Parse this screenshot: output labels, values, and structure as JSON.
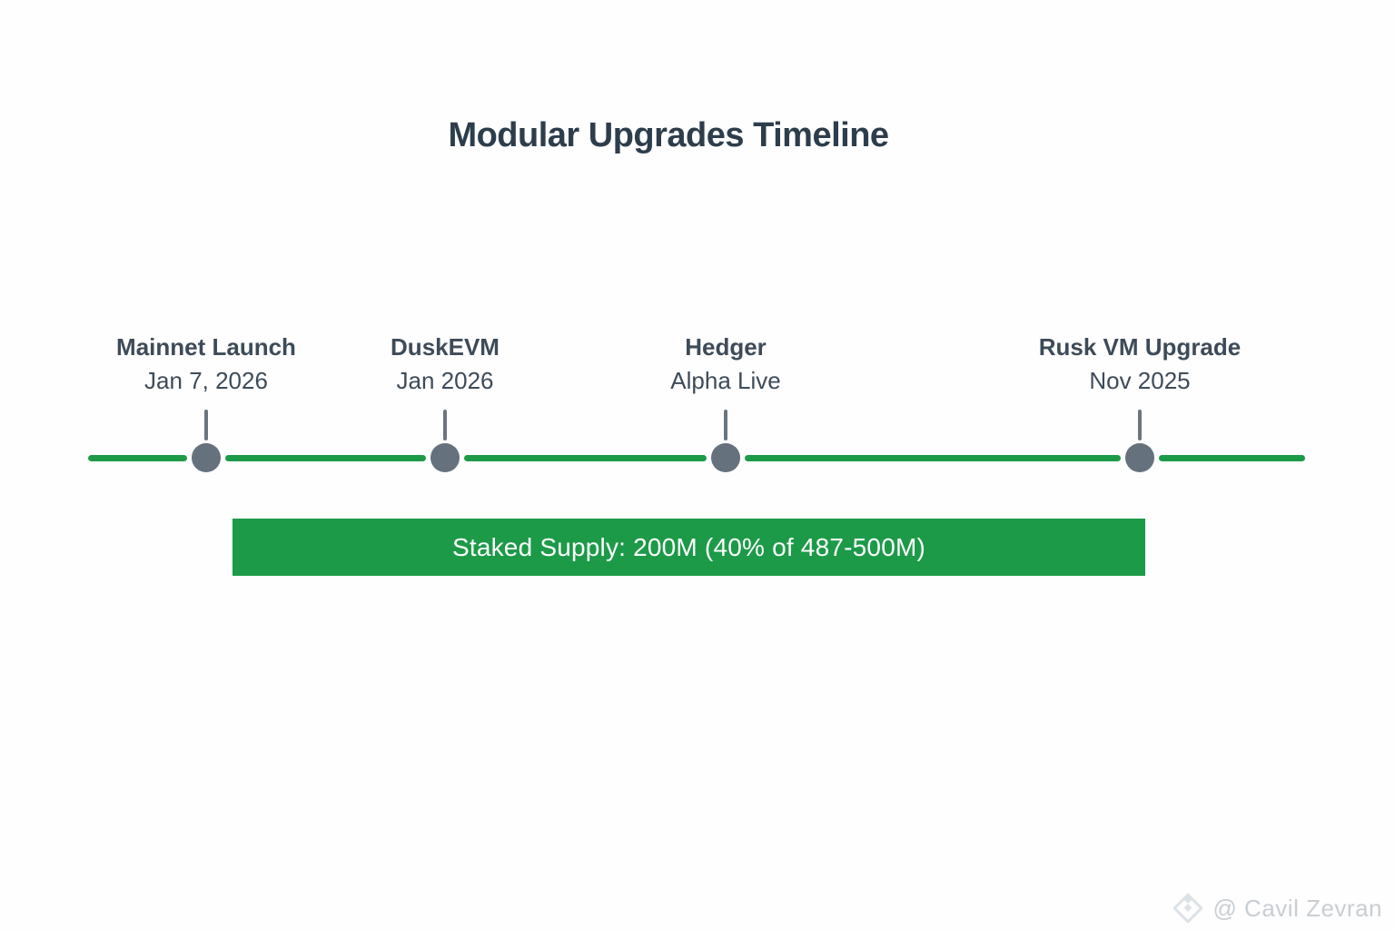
{
  "title": "Modular Upgrades Timeline",
  "timeline": {
    "milestones": [
      {
        "label": "Mainnet Launch",
        "date": "Jan 7, 2026"
      },
      {
        "label": "DuskEVM",
        "date": "Jan 2026"
      },
      {
        "label": "Hedger",
        "date": "Alpha Live"
      },
      {
        "label": "Rusk VM Upgrade",
        "date": "Nov 2025"
      }
    ]
  },
  "banner": {
    "text": "Staked Supply: 200M (40% of 487-500M)"
  },
  "watermark": {
    "handle": "@ Cavil Zevran",
    "icon": "diamond-logo-icon"
  },
  "colors": {
    "background": "#fefefe",
    "title": "#2d3d4c",
    "slate": "#3d4b59",
    "green": "#1c9a48",
    "dot": "#65717c",
    "tick": "#6b757f",
    "banner-text": "#ffffff",
    "watermark": "#c9ced3",
    "watermark-icon": "#dde2e6"
  }
}
